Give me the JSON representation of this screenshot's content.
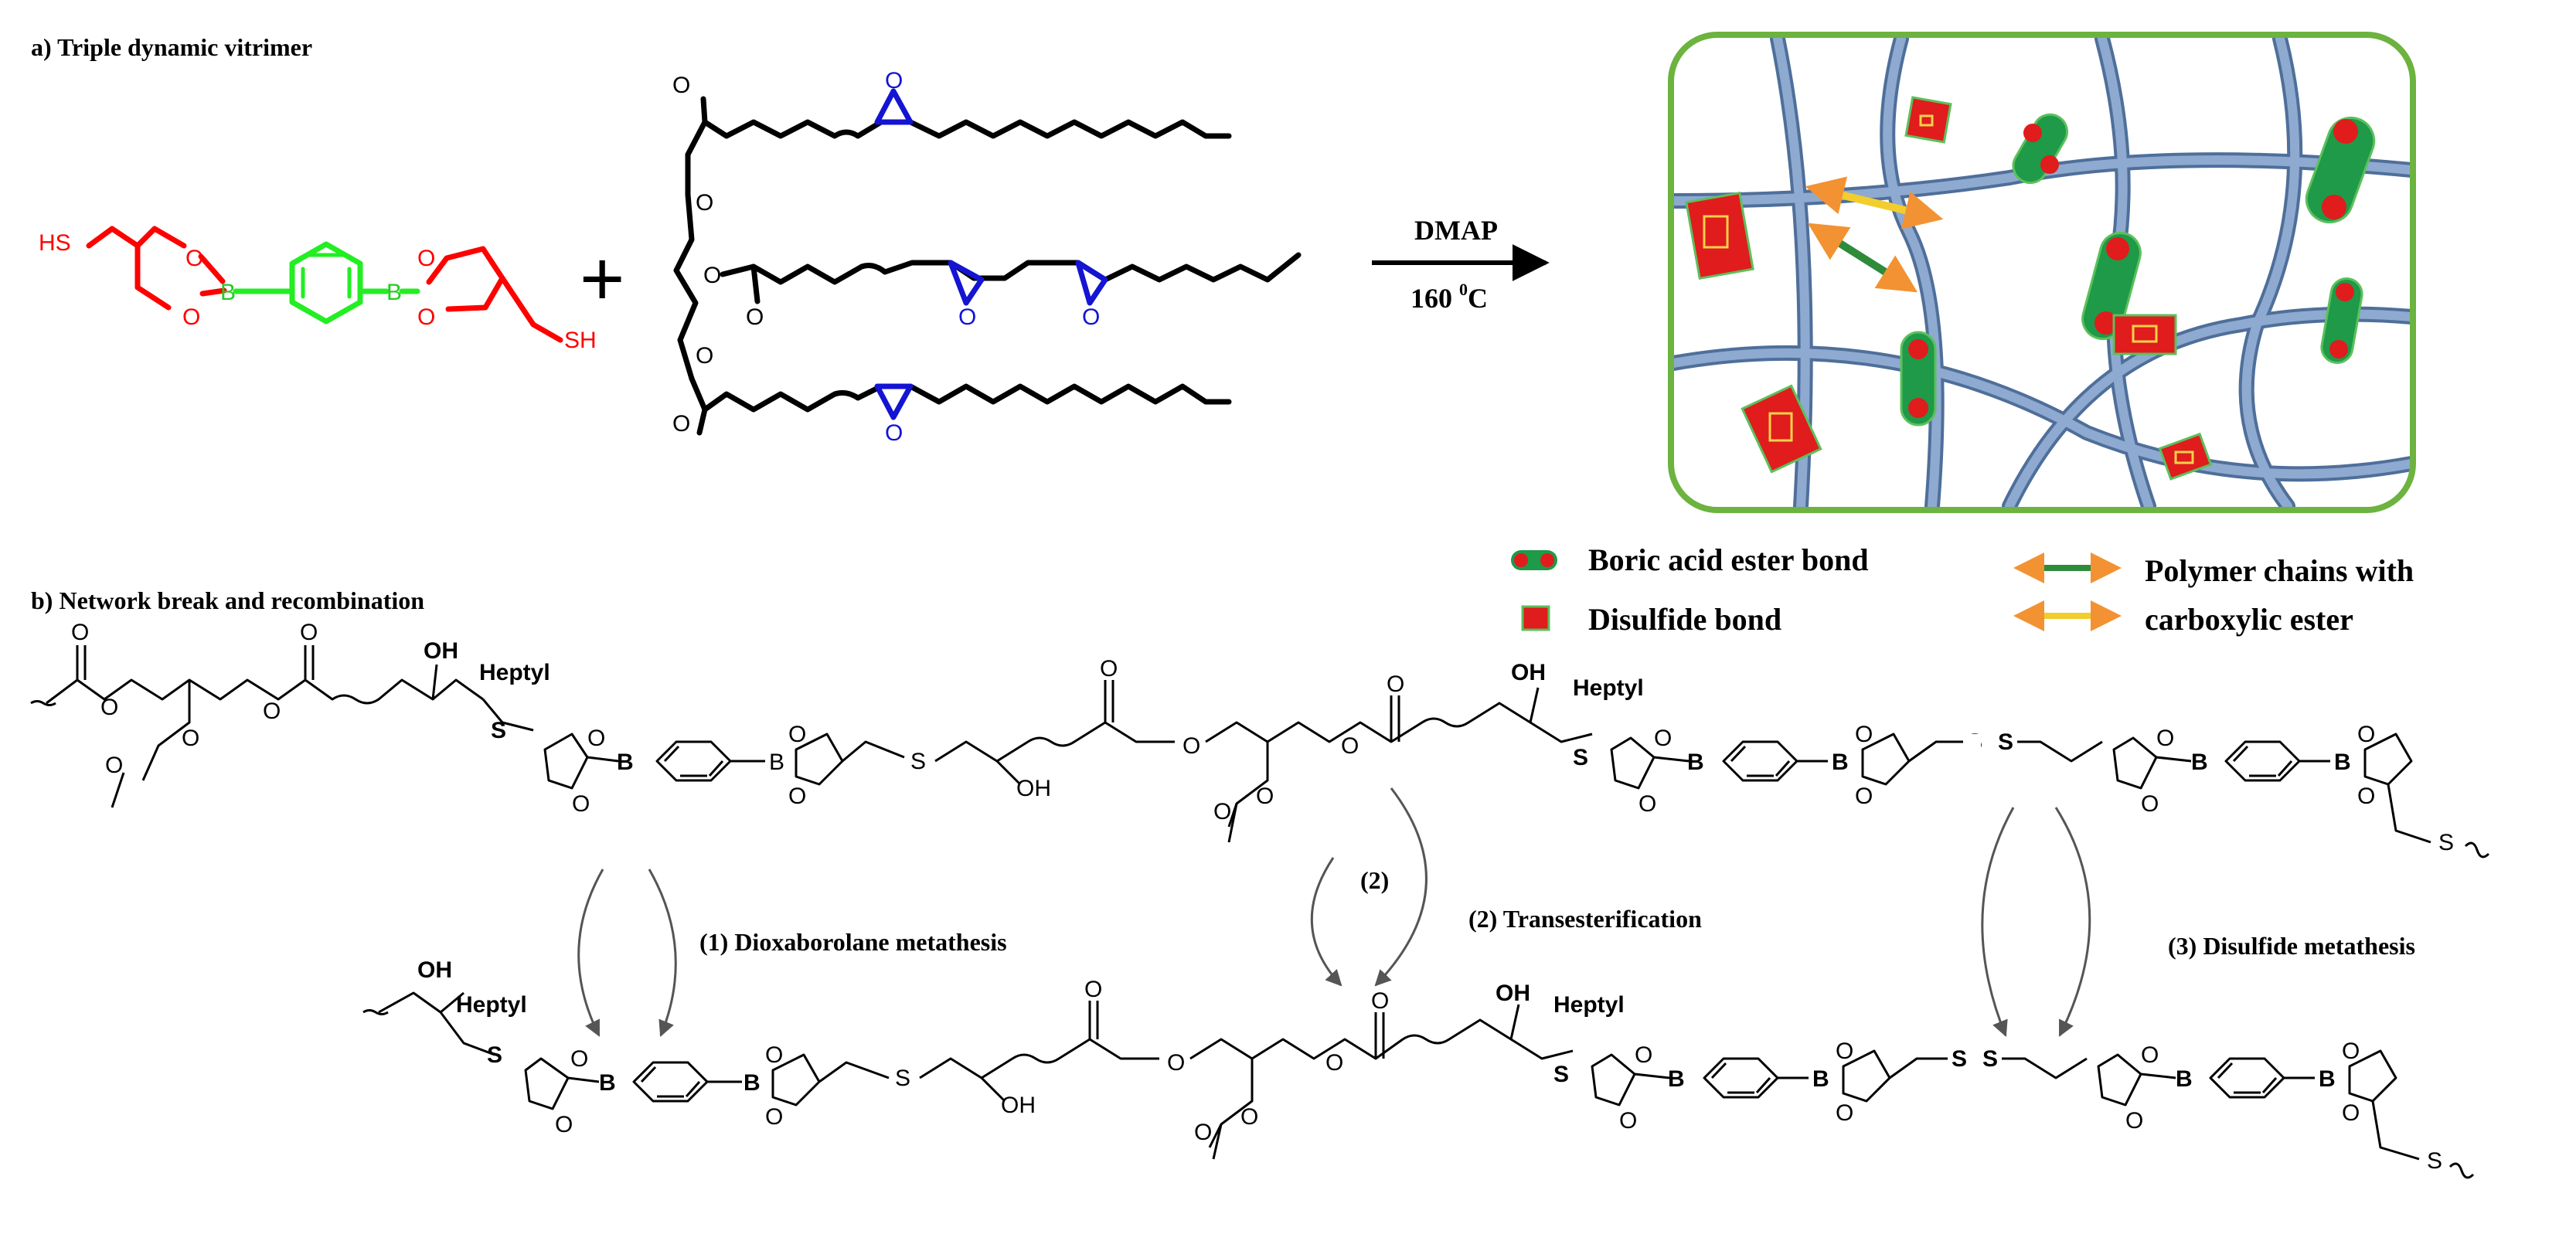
{
  "panel_a": {
    "title": "a) Triple dynamic vitrimer",
    "plus": "+",
    "crosslinker_atoms": {
      "thiol": "HS",
      "thiol_end": "SH",
      "oxygen": "O",
      "boron": "B"
    },
    "triglyceride_atoms": {
      "oxygen": "O"
    },
    "reaction": {
      "catalyst": "DMAP",
      "temperature": "160",
      "temperature_unit_sup": "0",
      "temperature_unit": "C"
    }
  },
  "legend": {
    "boric_ester": "Boric acid ester bond",
    "disulfide": "Disulfide bond",
    "polymer_line1": "Polymer chains with",
    "polymer_line2": "carboxylic ester"
  },
  "panel_b": {
    "title": "b) Network break and recombination",
    "atoms": {
      "oxygen": "O",
      "boron": "B",
      "sulfur": "S",
      "hydroxyl": "OH",
      "heptyl": "Heptyl"
    },
    "mechanisms": {
      "m1": "(1) Dioxaborolane metathesis",
      "m2_short": "(2)",
      "m2": "(2) Transesterification",
      "m3": "(3) Disulfide metathesis"
    }
  },
  "colors": {
    "thiol_red": "#ff0000",
    "boronate_green": "#22ee22",
    "epoxy_blue": "#1414d2",
    "network_border": "#6cb33f",
    "network_chain": "#7f9cc4",
    "bond_green": "#1e9a48",
    "disulfide_red": "#e01c1c",
    "arrow_orange": "#f39232",
    "arrow_green": "#2e8b3a",
    "arrow_yellow": "#f2cd2c",
    "black": "#000000"
  }
}
